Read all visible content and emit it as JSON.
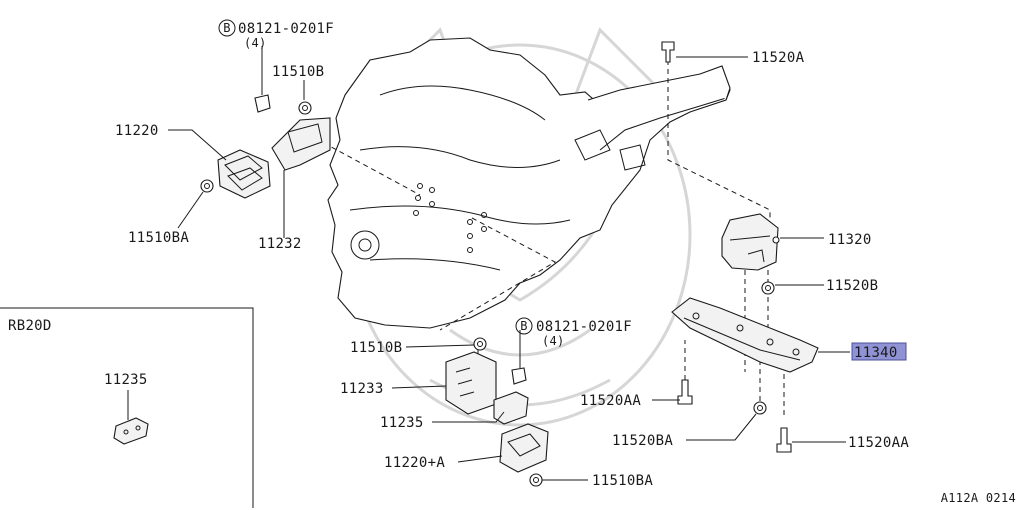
{
  "diagram": {
    "highlight_color": "#8f93d6",
    "labels": {
      "bolt_top": "08121-0201F",
      "bolt_top_qty": "(4)",
      "bolt_mid": "08121-0201F",
      "bolt_mid_qty": "(4)",
      "b_mark": "B",
      "p11510B_top": "11510B",
      "p11220": "11220",
      "p11510BA_left": "11510BA",
      "p11232": "11232",
      "p11520A": "11520A",
      "p11320": "11320",
      "p11520B": "11520B",
      "p11340": "11340",
      "p11520AA_left": "11520AA",
      "p11520BA": "11520BA",
      "p11520AA_right": "11520AA",
      "p11510B_mid": "11510B",
      "p11233": "11233",
      "p11235": "11235",
      "p11220A": "11220+A",
      "p11510BA_bottom": "11510BA",
      "inset_title": "RB20D",
      "inset_part": "11235",
      "ref_code": "A112A 0214"
    }
  }
}
